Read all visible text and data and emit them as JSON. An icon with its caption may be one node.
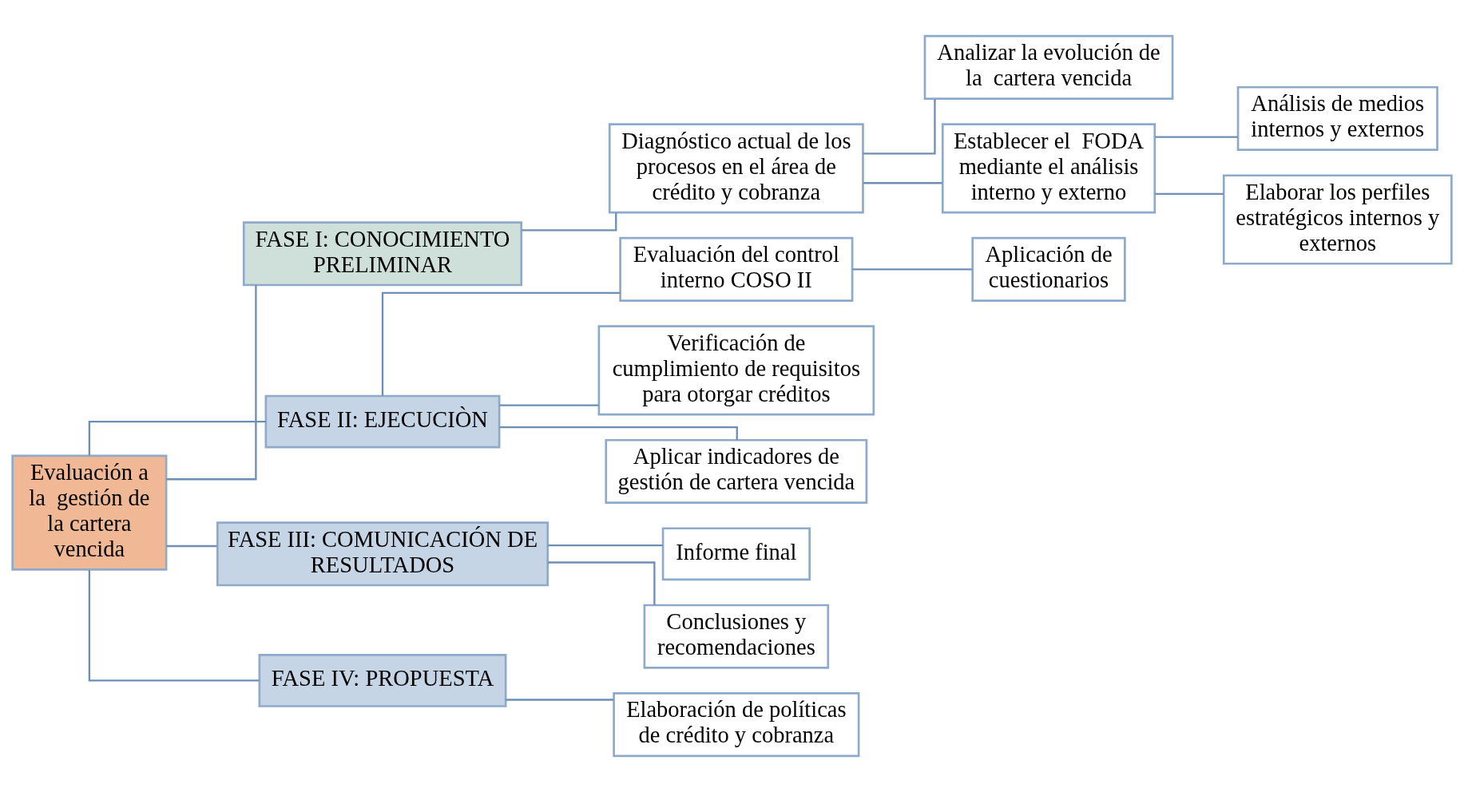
{
  "diagram": {
    "nodes": [
      {
        "text": [
          "Evaluación a la  gestión de la cartera vencida"
        ]
      },
      {
        "text": [
          "FASE I: CONOCIMIENTO PRELIMINAR"
        ]
      },
      {
        "text": [
          "Diagnóstico actual de los procesos en el área de crédito y cobranza"
        ]
      },
      {
        "text": [
          "Analizar la evolución de la  cartera vencida"
        ]
      },
      {
        "text": [
          "Establecer el  FODA mediante el análisis interno y externo"
        ]
      },
      {
        "text": [
          "Análisis de medios internos y externos"
        ]
      },
      {
        "text": [
          "Elaborar los perfiles estratégicos internos y externos"
        ]
      },
      {
        "text": [
          "FASE II: EJECUCIÒN"
        ]
      },
      {
        "text": [
          "Evaluación del control interno COSO II"
        ]
      },
      {
        "text": [
          "Aplicación de cuestionarios"
        ]
      },
      {
        "text": [
          "Verificación de cumplimiento de requisitos para otorgar créditos"
        ]
      },
      {
        "text": [
          "Aplicar indicadores de gestión de cartera vencida"
        ]
      },
      {
        "text": [
          "FASE III: COMUNICACIÓN DE RESULTADOS"
        ]
      },
      {
        "text": [
          "Informe final"
        ]
      },
      {
        "text": [
          "Conclusiones y recomendaciones"
        ]
      },
      {
        "text": [
          "FASE IV: PROPUESTA"
        ]
      },
      {
        "text": [
          "Elaboración de políticas de crédito y cobranza"
        ]
      }
    ],
    "edges": [
      {
        "from": 0,
        "to": 1,
        "arrow": "none"
      },
      {
        "from": 0,
        "to": 7,
        "arrow": "none"
      },
      {
        "from": 0,
        "to": 12,
        "arrow": "none"
      },
      {
        "from": 0,
        "to": 15,
        "arrow": "none"
      },
      {
        "from": 1,
        "to": 2,
        "arrow": "none"
      },
      {
        "from": 2,
        "to": 3,
        "arrow": "none"
      },
      {
        "from": 2,
        "to": 4,
        "arrow": "none"
      },
      {
        "from": 4,
        "to": 5,
        "arrow": "none"
      },
      {
        "from": 4,
        "to": 6,
        "arrow": "none"
      },
      {
        "from": 7,
        "to": 8,
        "arrow": "none"
      },
      {
        "from": 7,
        "to": 10,
        "arrow": "none"
      },
      {
        "from": 7,
        "to": 11,
        "arrow": "none"
      },
      {
        "from": 8,
        "to": 9,
        "arrow": "none"
      },
      {
        "from": 12,
        "to": 13,
        "arrow": "none"
      },
      {
        "from": 12,
        "to": 14,
        "arrow": "none"
      },
      {
        "from": 15,
        "to": 16,
        "arrow": "none"
      }
    ]
  }
}
